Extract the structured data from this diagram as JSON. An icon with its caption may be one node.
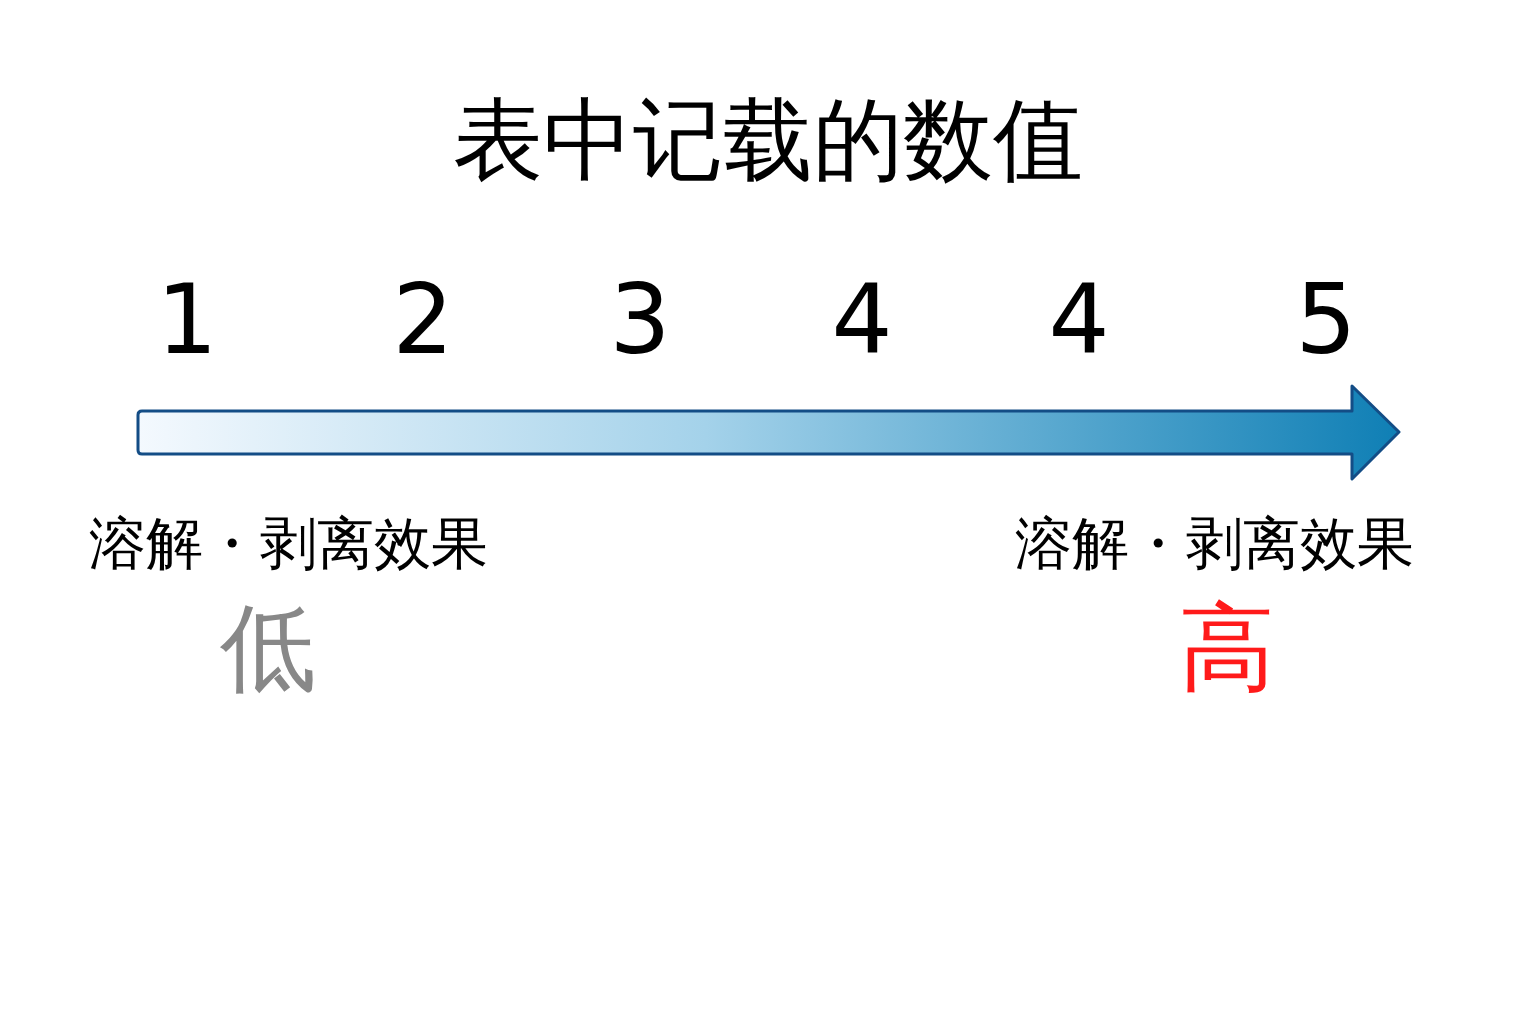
{
  "diagram": {
    "title": "表中记载的数值",
    "labels": [
      "1",
      "2",
      "3",
      "4",
      "4",
      "5",
      "溶解・剥离效果",
      "溶解・剥离效果",
      "低",
      "高"
    ]
  }
}
